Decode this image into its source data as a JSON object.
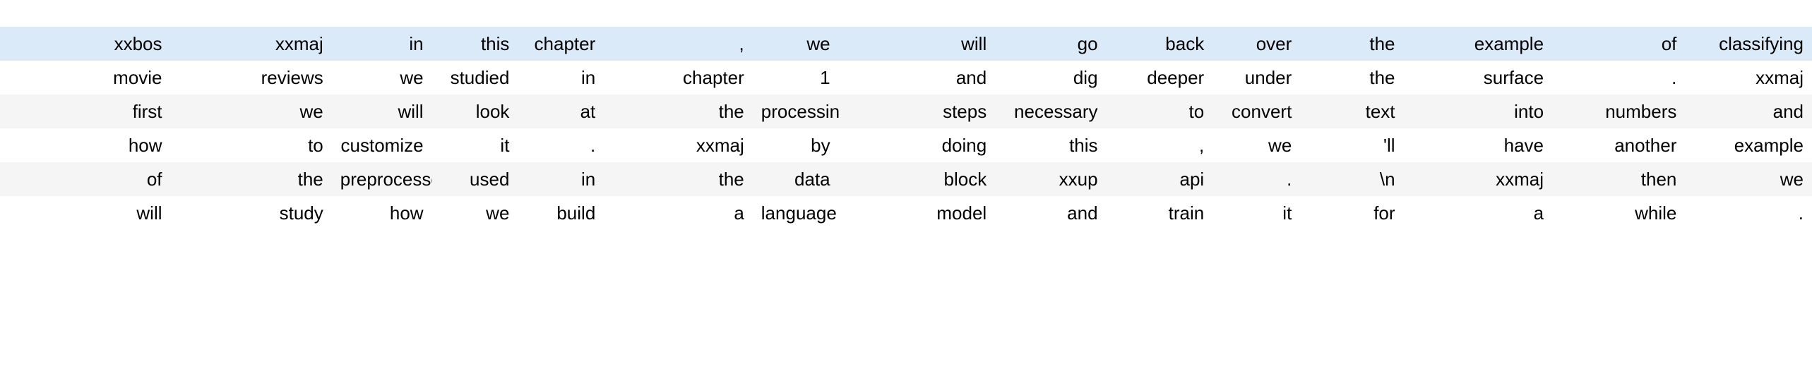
{
  "table": {
    "column_count": 16,
    "row_count": 6,
    "colors": {
      "highlight_row_bg": "#daeaf8",
      "alt_row_bg": "#f5f5f5",
      "default_row_bg": "#ffffff",
      "text": "#000000"
    },
    "rows": [
      {
        "style": "highlight",
        "cells": [
          "xxbos",
          "xxmaj",
          "in",
          "this",
          "chapter",
          ",",
          "we",
          "will",
          "go",
          "back",
          "over",
          "the",
          "example",
          "of",
          "classifying"
        ]
      },
      {
        "style": "default",
        "cells": [
          "movie",
          "reviews",
          "we",
          "studied",
          "in",
          "chapter",
          "1",
          "and",
          "dig",
          "deeper",
          "under",
          "the",
          "surface",
          ".",
          "xxmaj"
        ]
      },
      {
        "style": "alt",
        "cells": [
          "first",
          "we",
          "will",
          "look",
          "at",
          "the",
          "processing",
          "steps",
          "necessary",
          "to",
          "convert",
          "text",
          "into",
          "numbers",
          "and"
        ]
      },
      {
        "style": "default",
        "cells": [
          "how",
          "to",
          "customize",
          "it",
          ".",
          "xxmaj",
          "by",
          "doing",
          "this",
          ",",
          "we",
          "'ll",
          "have",
          "another",
          "example"
        ]
      },
      {
        "style": "alt",
        "cells": [
          "of",
          "the",
          "preprocessor",
          "used",
          "in",
          "the",
          "data",
          "block",
          "xxup",
          "api",
          ".",
          "\\n",
          "xxmaj",
          "then",
          "we"
        ]
      },
      {
        "style": "default",
        "cells": [
          "will",
          "study",
          "how",
          "we",
          "build",
          "a",
          "language",
          "model",
          "and",
          "train",
          "it",
          "for",
          "a",
          "while",
          "."
        ]
      }
    ]
  }
}
